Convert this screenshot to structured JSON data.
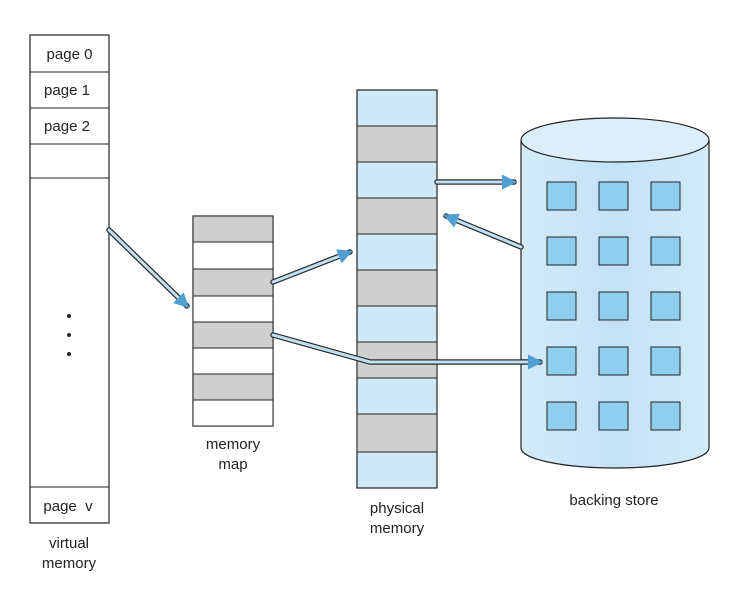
{
  "virtual_memory": {
    "pages": [
      "page 0",
      "page 1",
      "page 2"
    ],
    "last_page": "page  v",
    "label_line1": "virtual",
    "label_line2": "memory"
  },
  "memory_map": {
    "label_line1": "memory",
    "label_line2": "map"
  },
  "physical_memory": {
    "label_line1": "physical",
    "label_line2": "memory"
  },
  "backing_store": {
    "label": "backing store"
  },
  "colors": {
    "frame_blue": "#cfe8f6",
    "gray_block": "#cfcfcf",
    "block_blue": "#8ecff0",
    "arrow": "#5aa8d8",
    "outline": "#222222"
  }
}
